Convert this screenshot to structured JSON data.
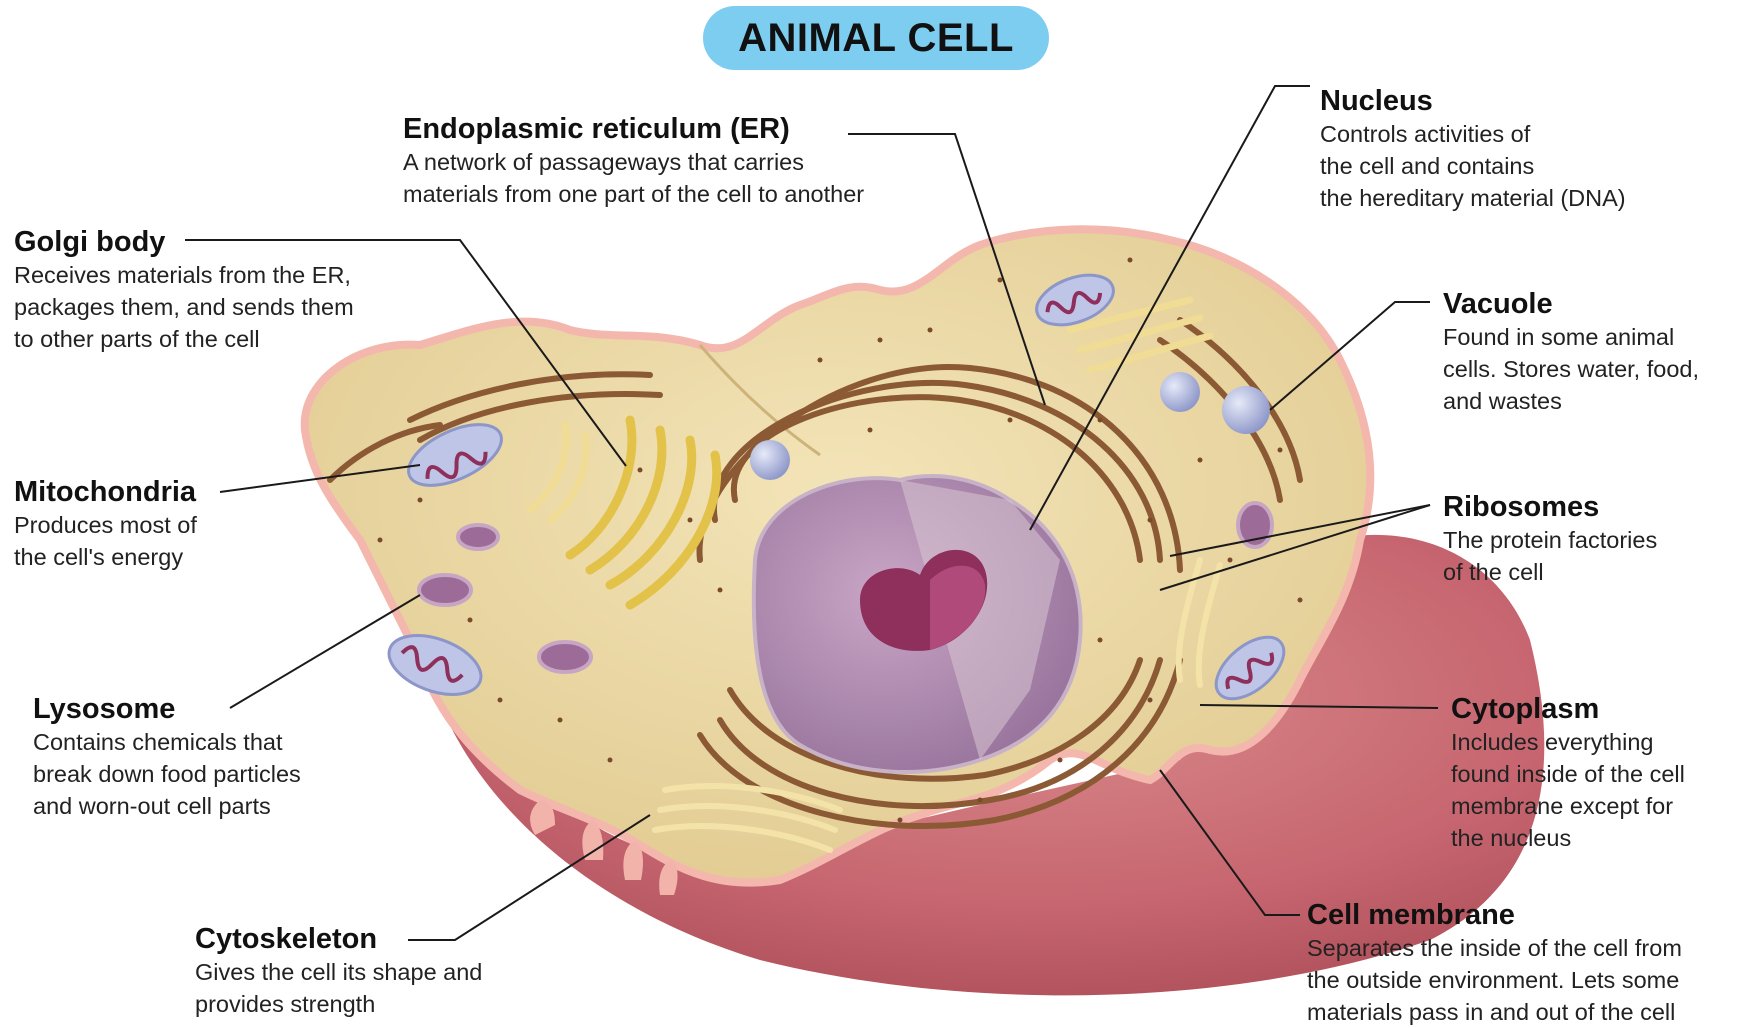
{
  "title": "ANIMAL CELL",
  "labels": {
    "er": {
      "name": "Endoplasmic reticulum (ER)",
      "desc": [
        "A network of passageways that carries",
        "materials from one part of the cell to another"
      ]
    },
    "golgi": {
      "name": "Golgi body",
      "desc": [
        "Receives materials from the ER,",
        "packages them, and sends them",
        "to other parts of the cell"
      ]
    },
    "mito": {
      "name": "Mitochondria",
      "desc": [
        "Produces most of",
        "the cell's energy"
      ]
    },
    "lyso": {
      "name": "Lysosome",
      "desc": [
        "Contains chemicals that",
        "break down food particles",
        "and worn-out cell parts"
      ]
    },
    "cyto": {
      "name": "Cytoskeleton",
      "desc": [
        "Gives the cell its shape and",
        "provides strength"
      ]
    },
    "nucleus": {
      "name": "Nucleus",
      "desc": [
        "Controls activities of",
        "the cell and contains",
        "the hereditary material (DNA)"
      ]
    },
    "vacuole": {
      "name": "Vacuole",
      "desc": [
        "Found in some animal",
        "cells. Stores water, food,",
        "and wastes"
      ]
    },
    "ribo": {
      "name": "Ribosomes",
      "desc": [
        "The protein factories",
        "of the cell"
      ]
    },
    "cytoplasm": {
      "name": "Cytoplasm",
      "desc": [
        "Includes everything",
        "found inside of the cell",
        "membrane except for",
        "the nucleus"
      ]
    },
    "membrane": {
      "name": "Cell membrane",
      "desc": [
        "Separates the inside of the cell from",
        "the outside environment. Lets some",
        "materials pass in and out of the cell"
      ]
    }
  },
  "colors": {
    "title_pill": "#7dcdf0",
    "cytoplasm": "#ecd9a4",
    "membrane_outer": "#c8676e",
    "er": "#8b5a35",
    "golgi": "#e3c24a",
    "nucleus": "#b48fb0",
    "nucleolus": "#8e2f5c",
    "mitochondria": "#bfc5e6",
    "vacuole": "#a9b2dc",
    "lysosome": "#9c6b98"
  }
}
